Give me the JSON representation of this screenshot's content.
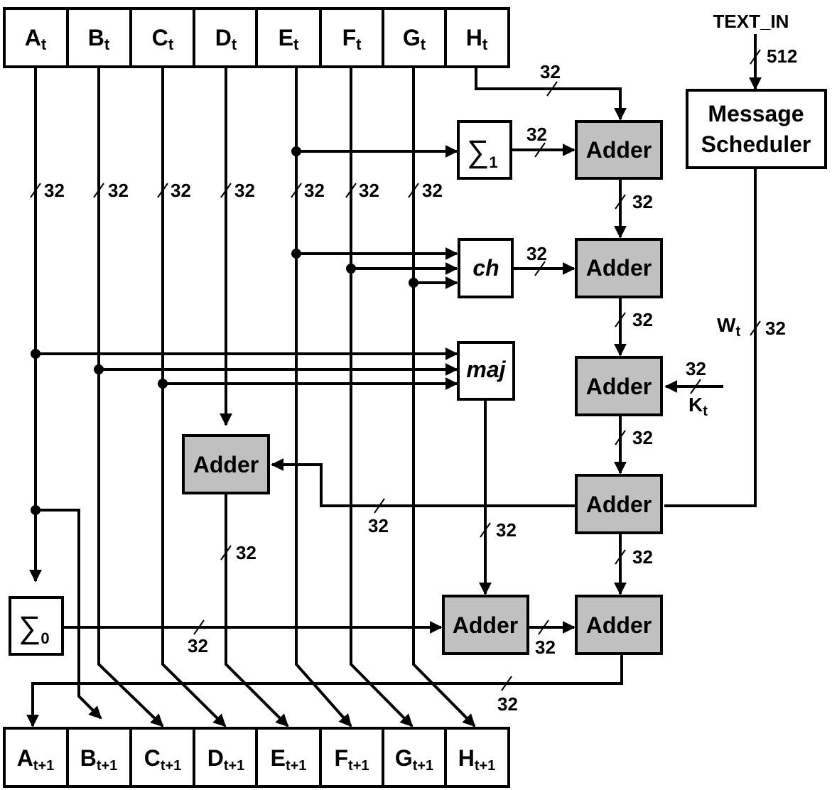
{
  "colors": {
    "adder_fill": "#c0c0c0",
    "box_fill": "#ffffff",
    "line": "#000000"
  },
  "registers_top": [
    {
      "base": "A",
      "sub": "t"
    },
    {
      "base": "B",
      "sub": "t"
    },
    {
      "base": "C",
      "sub": "t"
    },
    {
      "base": "D",
      "sub": "t"
    },
    {
      "base": "E",
      "sub": "t"
    },
    {
      "base": "F",
      "sub": "t"
    },
    {
      "base": "G",
      "sub": "t"
    },
    {
      "base": "H",
      "sub": "t"
    }
  ],
  "registers_bottom": [
    {
      "base": "A",
      "sub": "t+1"
    },
    {
      "base": "B",
      "sub": "t+1"
    },
    {
      "base": "C",
      "sub": "t+1"
    },
    {
      "base": "D",
      "sub": "t+1"
    },
    {
      "base": "E",
      "sub": "t+1"
    },
    {
      "base": "F",
      "sub": "t+1"
    },
    {
      "base": "G",
      "sub": "t+1"
    },
    {
      "base": "H",
      "sub": "t+1"
    }
  ],
  "blocks": {
    "adder": "Adder",
    "ch": "ch",
    "maj": "maj",
    "sigma1": {
      "symbol": "∑",
      "sub": "1"
    },
    "sigma0": {
      "symbol": "∑",
      "sub": "0"
    },
    "scheduler": [
      "Message",
      "Scheduler"
    ]
  },
  "inputs": {
    "text_in": "TEXT_IN",
    "text_in_width": "512",
    "w": {
      "base": "W",
      "sub": "t"
    },
    "k": {
      "base": "K",
      "sub": "t"
    }
  },
  "bus_width": "32"
}
